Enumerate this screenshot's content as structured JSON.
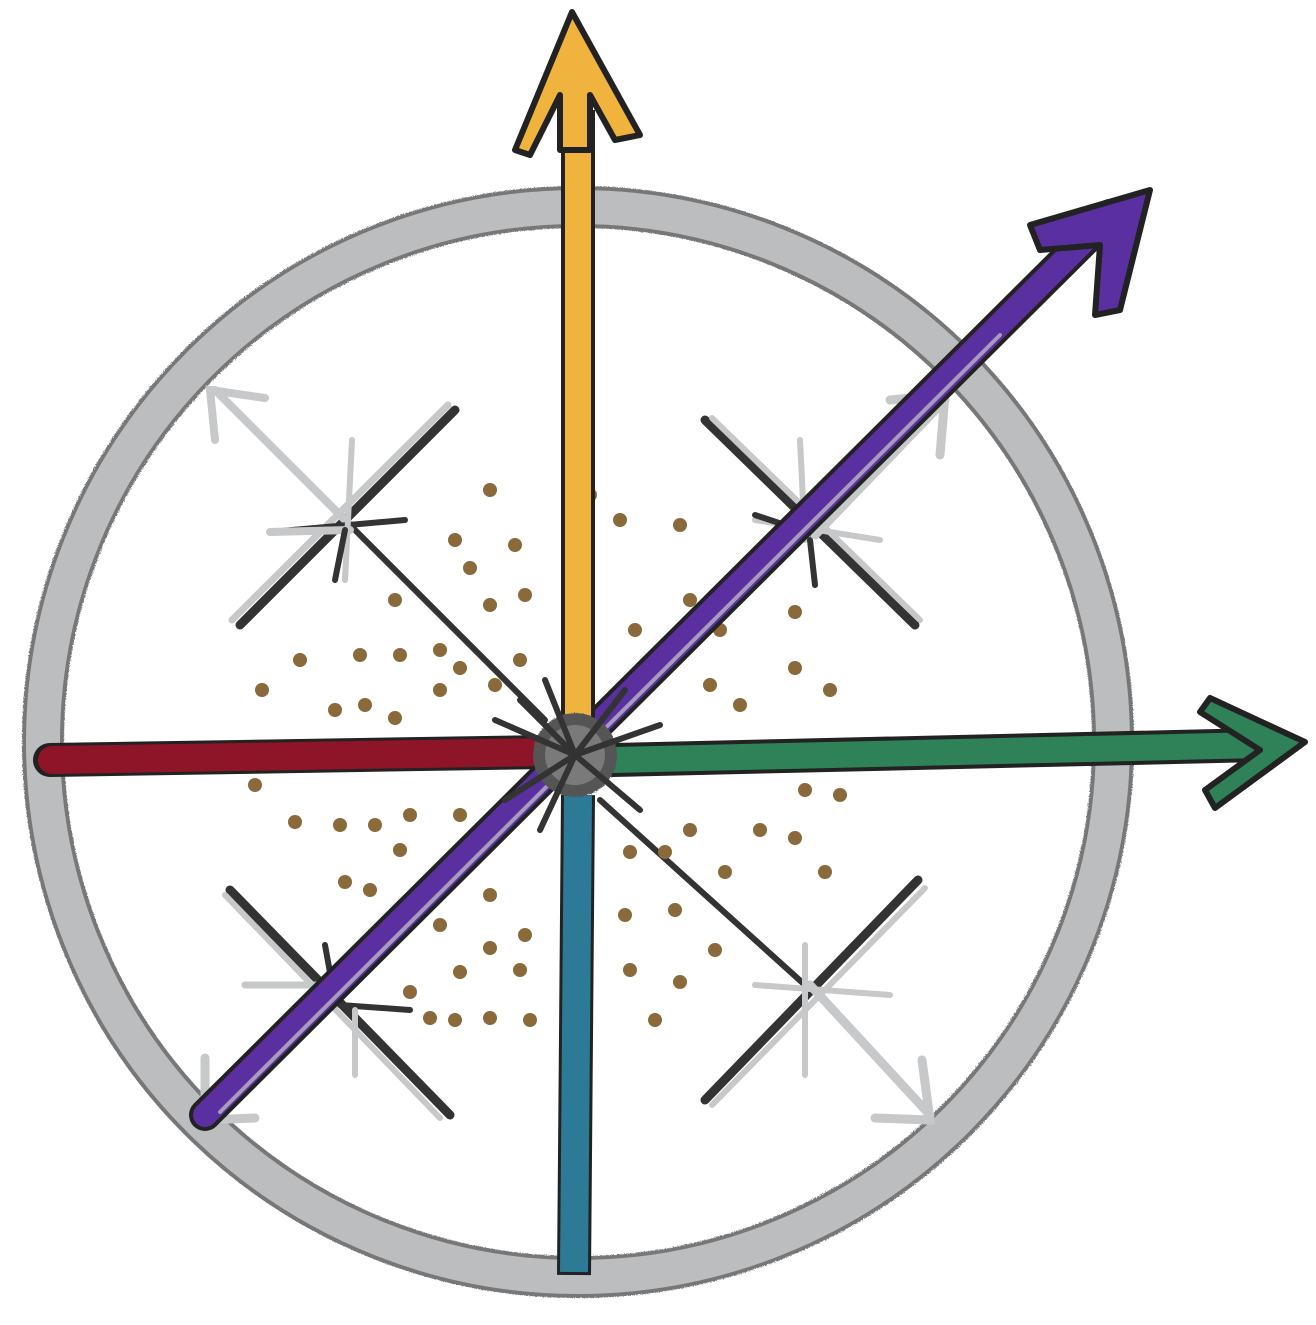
{
  "drawing": {
    "colors": {
      "ring": "#bcbdbf",
      "ring_edge": "#5a5a5a",
      "up_arrow": "#f0b33e",
      "diagonal_arrow": "#5a2fa0",
      "right_arrow": "#2f8257",
      "left_bar": "#8e1428",
      "down_bar": "#2d7a96",
      "silver_arrows": "#c7c8ca",
      "dark_lines": "#333333",
      "dots": "#8a6a3a",
      "hub": "#555555"
    },
    "icons": [
      "ring",
      "up-arrow-icon",
      "diagonal-arrow-icon",
      "right-arrow-icon",
      "left-bar",
      "down-bar",
      "silver-arrow-icon",
      "star-burst",
      "dot-cluster",
      "center-hub"
    ]
  }
}
